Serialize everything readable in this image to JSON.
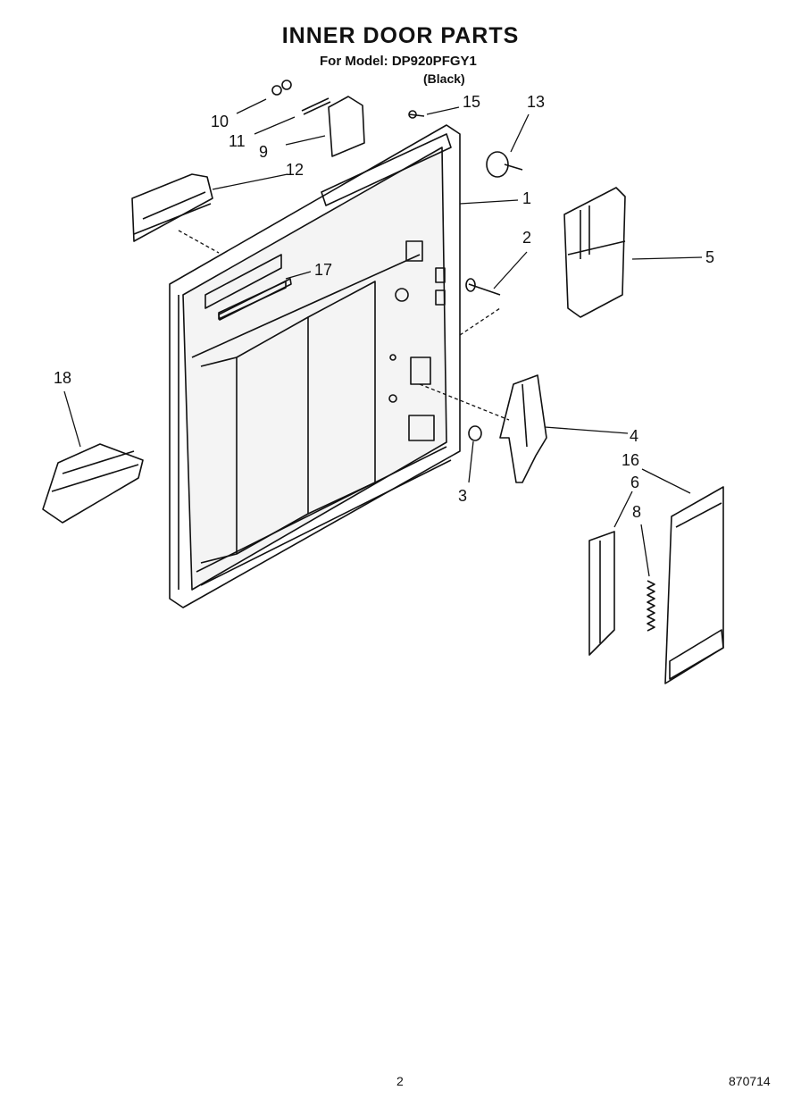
{
  "header": {
    "title": "INNER DOOR PARTS",
    "model_line": "For Model: DP920PFGY1",
    "variant": "(Black)"
  },
  "callouts": [
    "1",
    "2",
    "3",
    "4",
    "5",
    "6",
    "8",
    "9",
    "10",
    "11",
    "12",
    "13",
    "15",
    "16",
    "17",
    "18"
  ],
  "footer": {
    "page_number": "2",
    "doc_code": "870714"
  }
}
